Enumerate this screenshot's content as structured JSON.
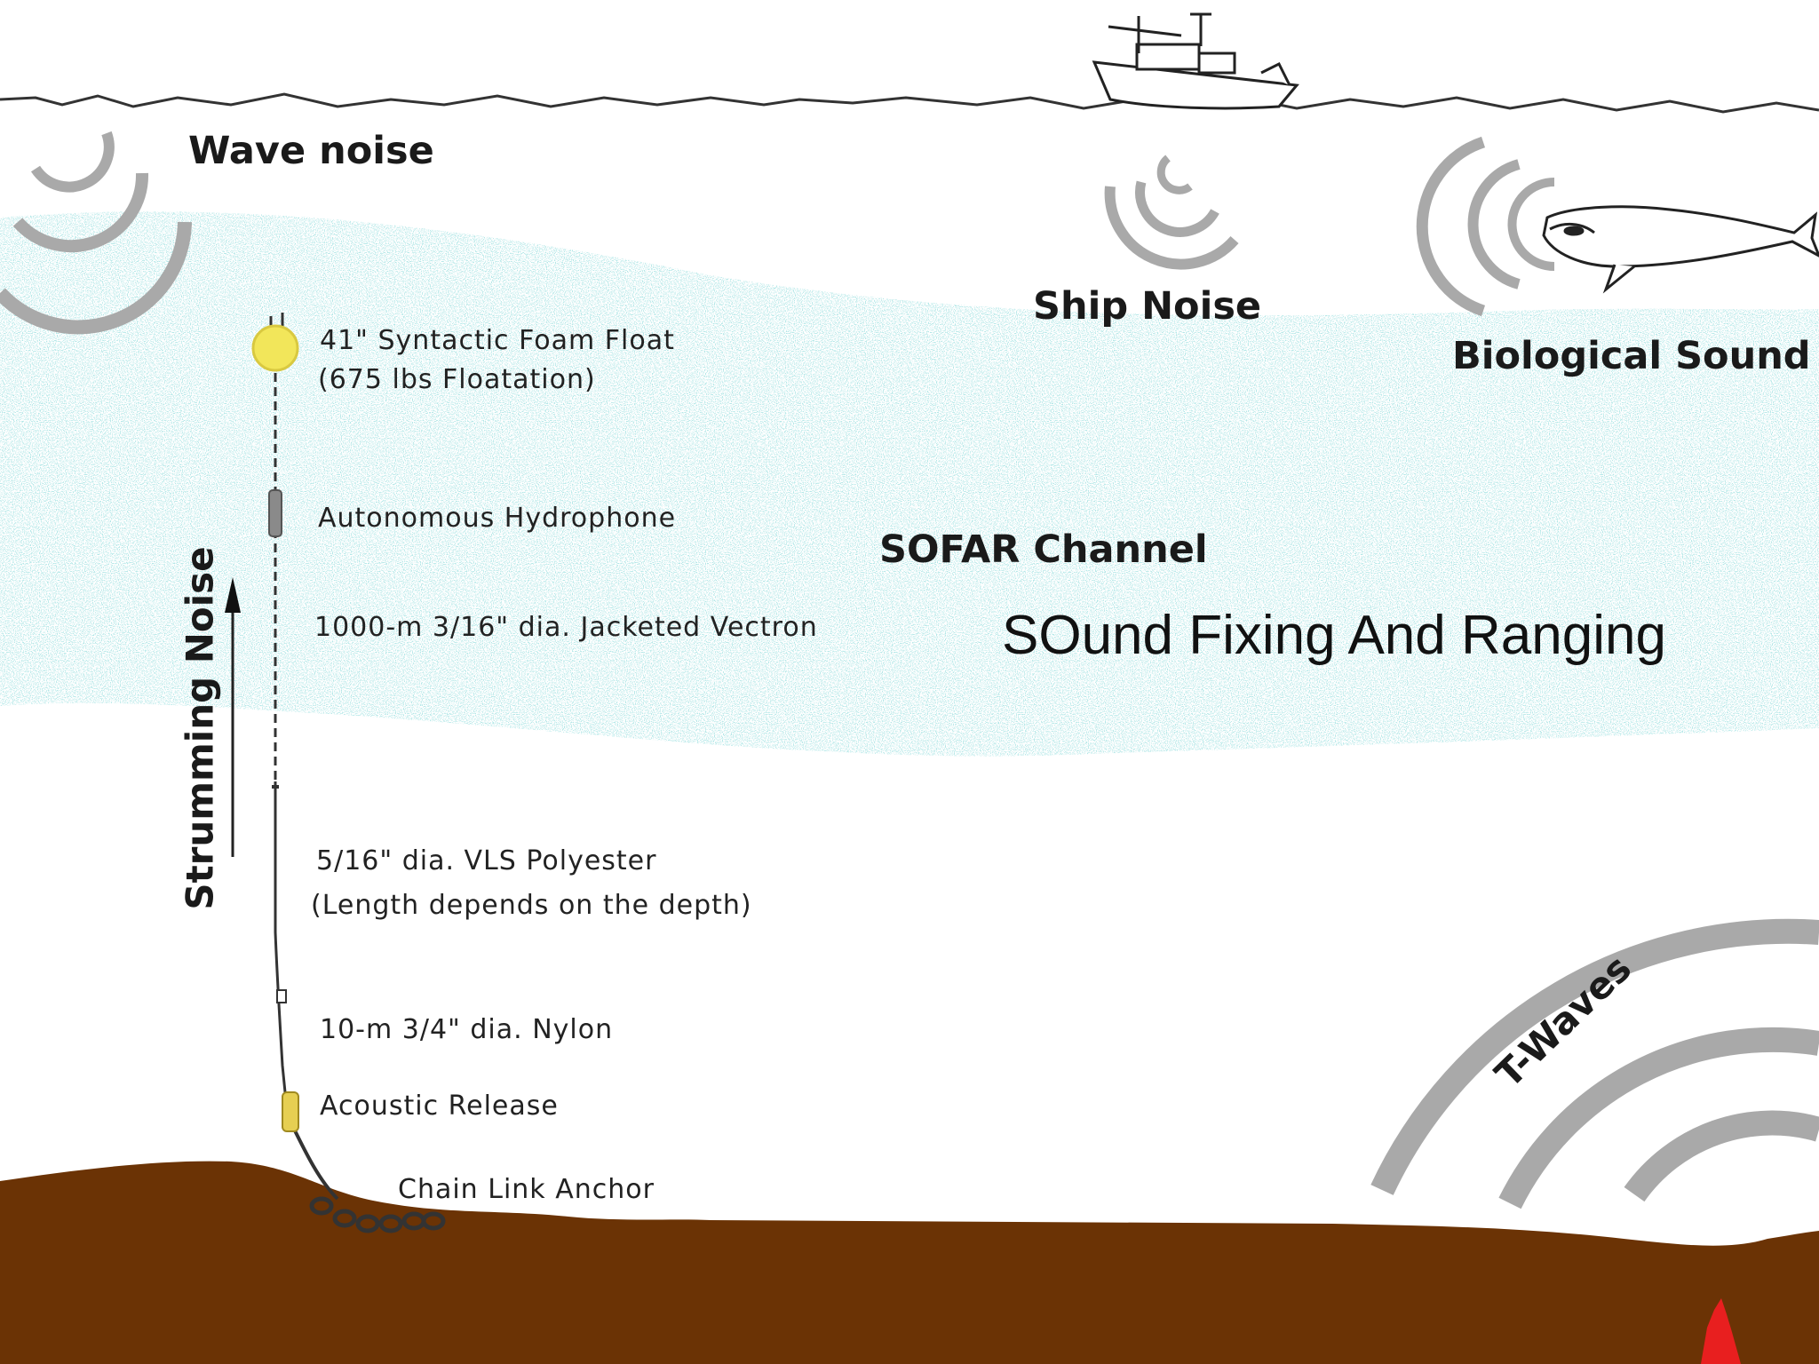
{
  "labels": {
    "wave_noise": "Wave noise",
    "ship_noise": "Ship Noise",
    "biological_sound": "Biological Sound",
    "sofar_channel": "SOFAR Channel",
    "sofar_expansion": "SOund Fixing And Ranging",
    "strumming_noise": "Strumming Noise",
    "t_waves": "T-Waves",
    "float_line1": "41\" Syntactic Foam Float",
    "float_line2": "(675 lbs Floatation)",
    "hydrophone": "Autonomous  Hydrophone",
    "vectran": "1000-m 3/16\" dia. Jacketed Vectron",
    "polyester_line1": "5/16\" dia. VLS Polyester",
    "polyester_line2": "(Length depends on the depth)",
    "nylon": "10-m 3/4\" dia. Nylon",
    "acoustic_release": "Acoustic Release",
    "anchor": "Chain Link Anchor"
  },
  "colors": {
    "sofar_speckle": "#7fd3d3",
    "seafloor": "#6b3305",
    "noise_arcs": "#a9a9a9",
    "float": "#f2e65a",
    "volcano": "#e81f1f"
  },
  "icons": [
    "ship-icon",
    "whale-icon",
    "volcano-icon",
    "float-icon",
    "hydrophone-icon"
  ]
}
